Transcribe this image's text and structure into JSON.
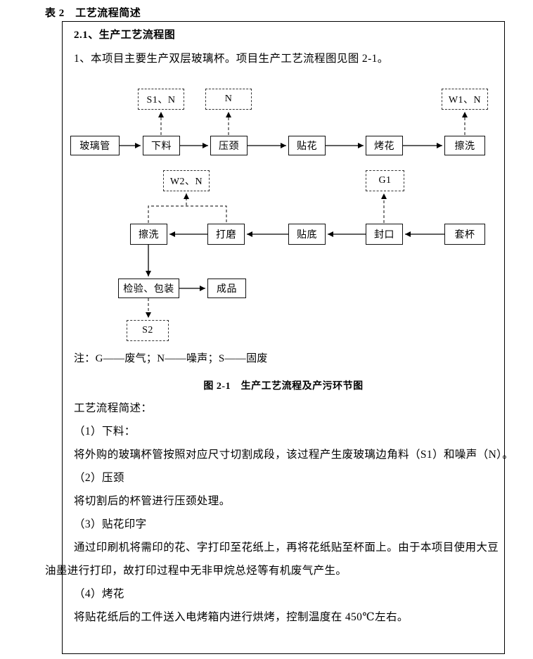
{
  "colors": {
    "ink": "#000000",
    "background": "#ffffff"
  },
  "page": {
    "table_label": "表 2　工艺流程简述"
  },
  "section": {
    "heading": "2.1、生产工艺流程图",
    "intro": "1、本项目主要生产双层玻璃杯。项目生产工艺流程图见图 2-1。"
  },
  "flowchart": {
    "nodes": {
      "glass_tube": "玻璃管",
      "cutting": "下料",
      "neck_pressing": "压颈",
      "decal": "贴花",
      "baking": "烤花",
      "wiping1": "擦洗",
      "wiping2": "擦洗",
      "polishing": "打磨",
      "bottom_attach": "贴底",
      "sealing": "封口",
      "cup_sleeving": "套杯",
      "inspection_packaging": "检验、包装",
      "finished_product": "成品"
    },
    "emissions": {
      "s1_n": "S1、N",
      "n": "N",
      "w1_n": "W1、N",
      "w2_n": "W2、N",
      "g1": "G1",
      "s2": "S2"
    },
    "note": "注：G——废气；N——噪声；S——固废",
    "caption": "图 2-1　生产工艺流程及产污环节图"
  },
  "body": {
    "lead": "工艺流程简述：",
    "item1_heading": "（1）下料：",
    "item1_line1": "将外购的玻璃杯管按照对应尺寸切割成段，该过程产生废玻璃边角料（S1）和噪声（N）。",
    "item2_heading": "（2）压颈",
    "item2_line1": "将切割后的杯管进行压颈处理。",
    "item3_heading": "（3）贴花印字",
    "item3_line1": "通过印刷机将需印的花、字打印至花纸上，再将花纸贴至杯面上。由于本项目使用大豆",
    "item3_line2": "油墨进行打印，故打印过程中无非甲烷总烃等有机废气产生。",
    "item4_heading": "（4）烤花",
    "item4_line1": "将贴花纸后的工件送入电烤箱内进行烘烤，控制温度在 450℃左右。"
  }
}
